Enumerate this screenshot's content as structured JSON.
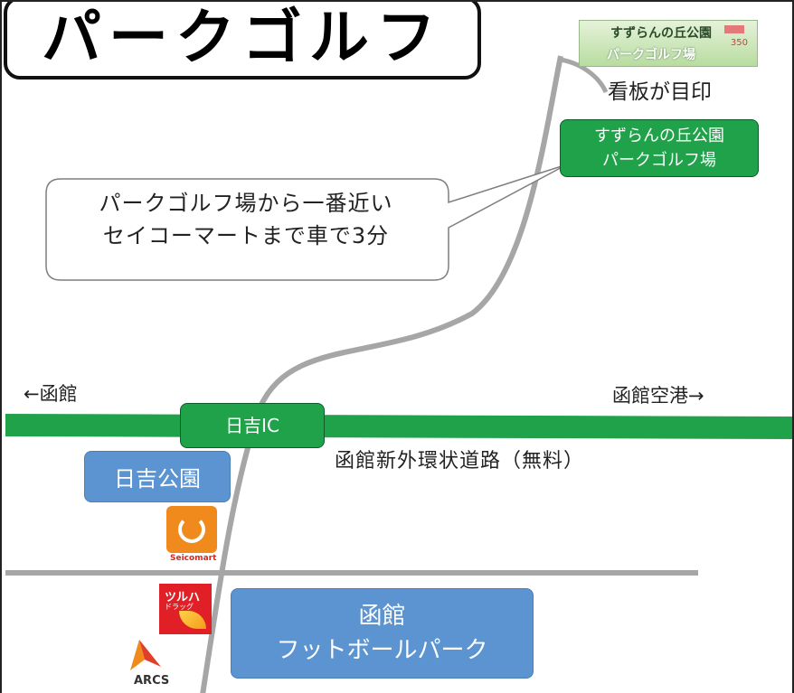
{
  "title": "パークゴルフ",
  "sign": {
    "line1": "すずらんの丘公園",
    "line2": "パークゴルフ場",
    "badge": "350",
    "caption": "看板が目印"
  },
  "destination": {
    "line1": "すずらんの丘公園",
    "line2": "パークゴルフ場"
  },
  "callout": {
    "line1": "パークゴルフ場から一番近い",
    "line2": "セイコーマートまで車で3分"
  },
  "directions": {
    "west": "←函館",
    "east": "函館空港→"
  },
  "interchange": "日吉IC",
  "highway_label": "函館新外環状道路（無料）",
  "park": "日吉公園",
  "football_park": {
    "line1": "函館",
    "line2": "フットボールパーク"
  },
  "logos": {
    "seicomart": "Seicomart",
    "tsuruha_line1": "ツルハ",
    "tsuruha_line2": "ドラッグ",
    "arcs": "ARCS"
  },
  "colors": {
    "highway": "#1fa24a",
    "road": "#a6a6a6",
    "park_box": "#5b94d1",
    "seicomart": "#f08a1c",
    "tsuruha": "#e01f26"
  }
}
